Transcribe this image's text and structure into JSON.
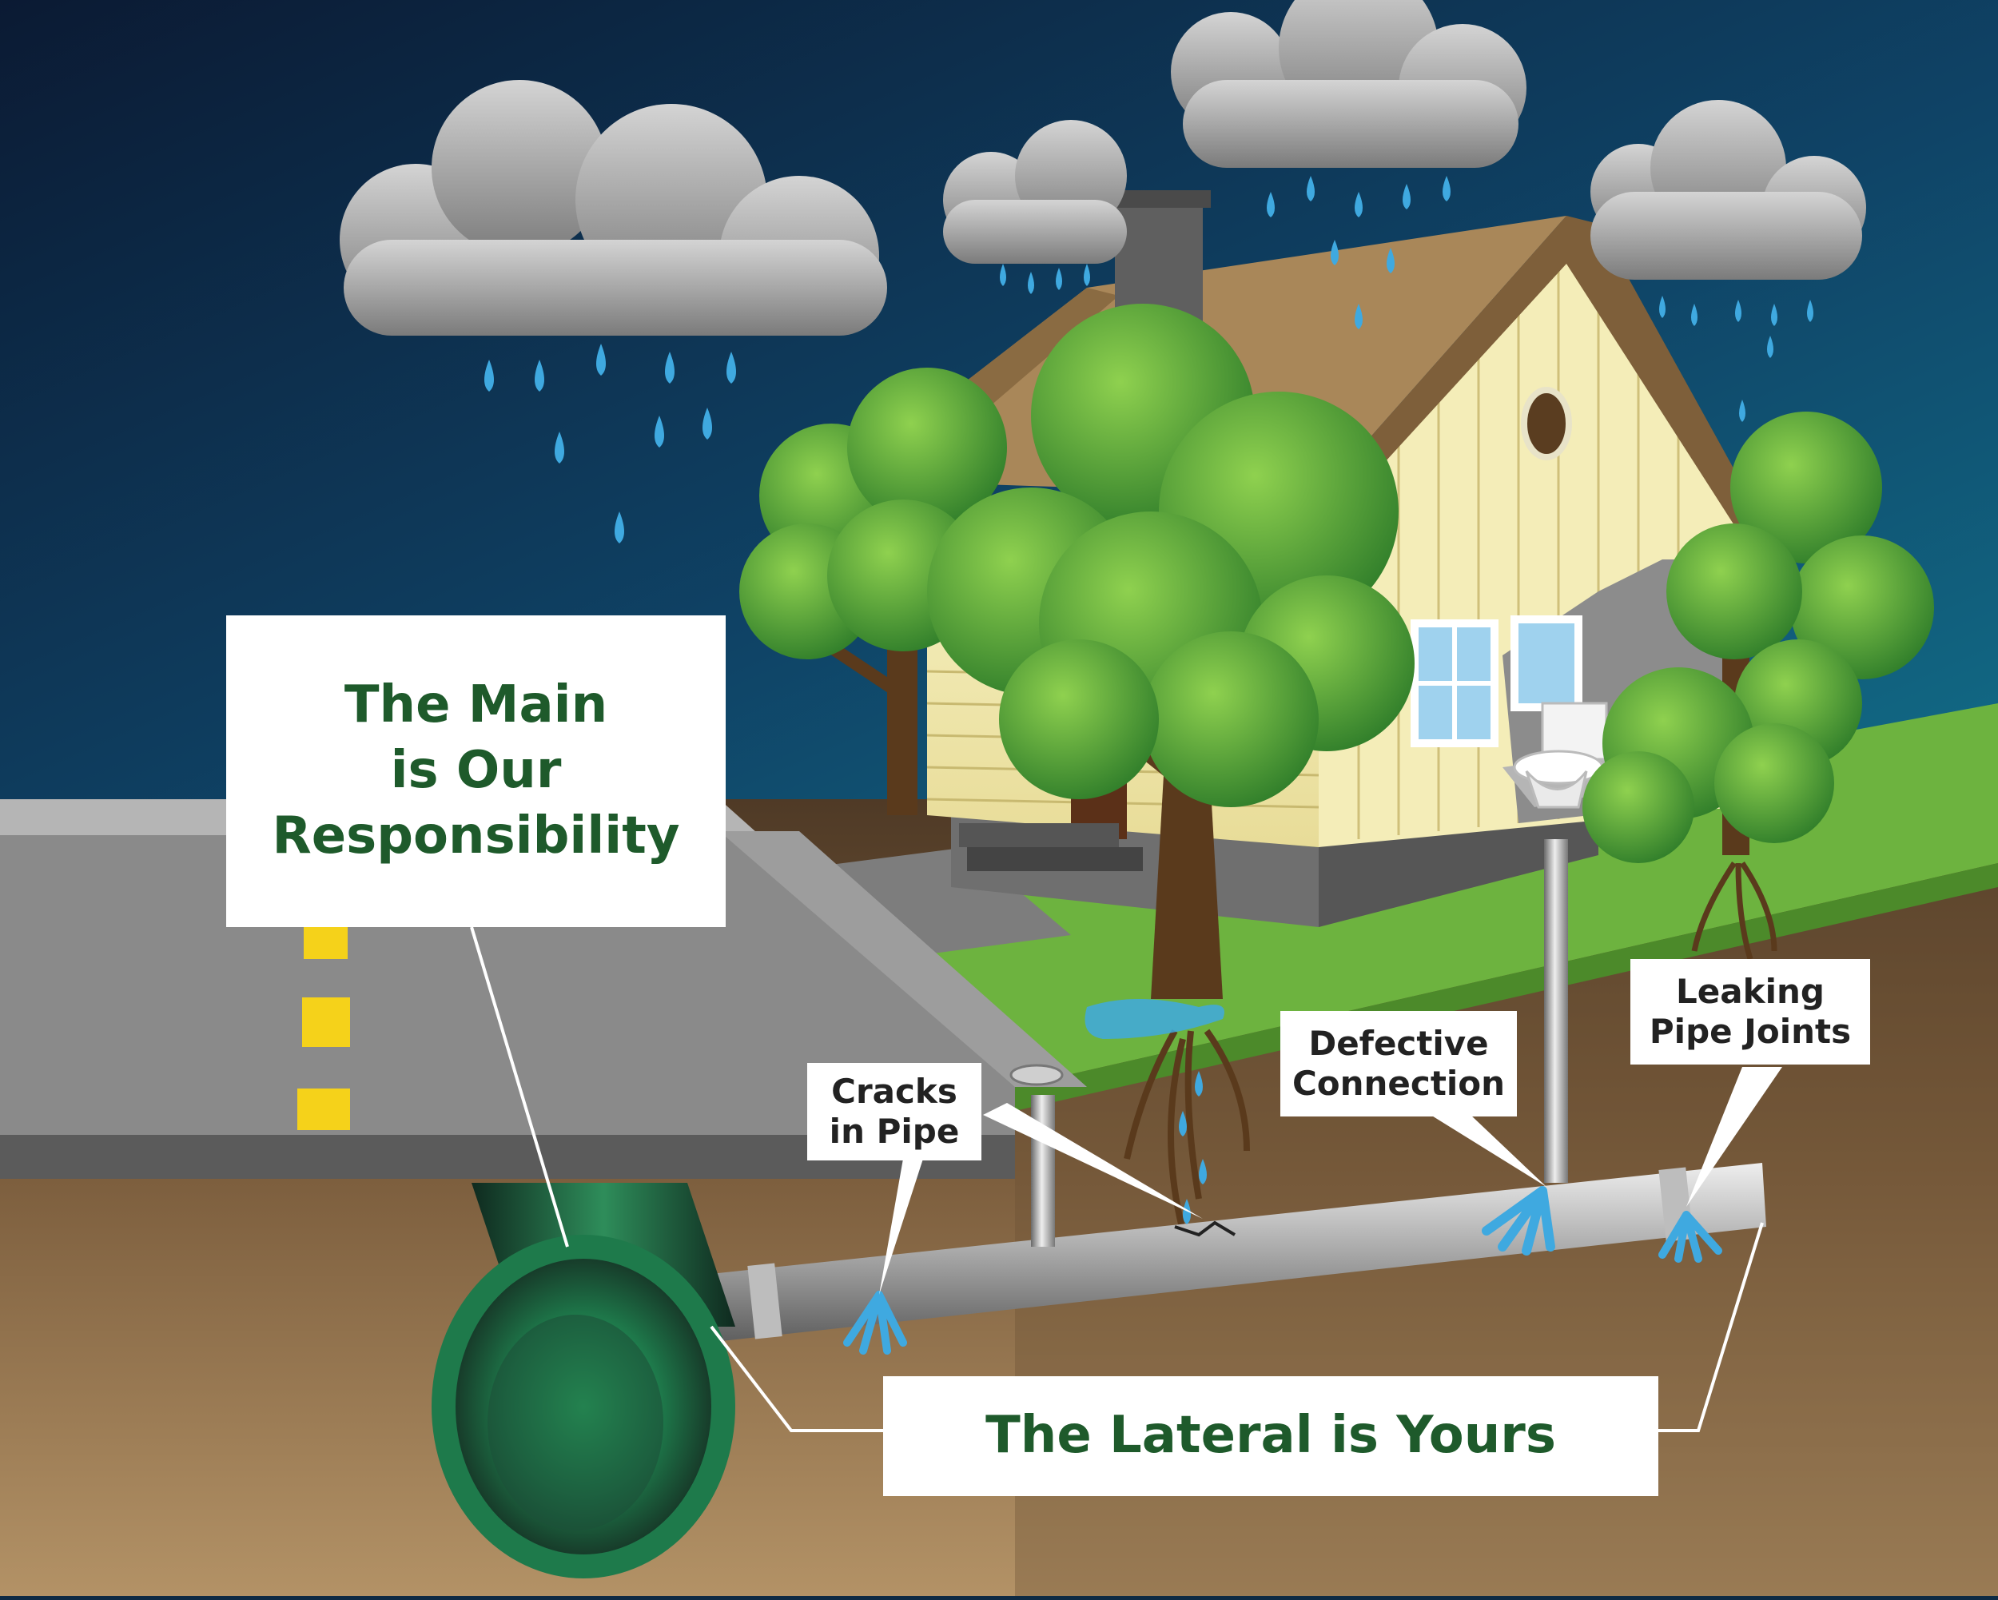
{
  "labels": {
    "main": [
      "The Main",
      "is Our",
      "Responsibility"
    ],
    "lateral": "The Lateral is Yours",
    "cracks": [
      "Cracks",
      "in Pipe"
    ],
    "defective": [
      "Defective",
      "Connection"
    ],
    "leaking": [
      "Leaking",
      "Pipe Joints"
    ]
  },
  "colors": {
    "label_green": "#1e5a2b",
    "sky_dark": "#0d2440",
    "sky_light": "#11627e",
    "grass": "#6db33f",
    "soil_top": "#5c4630",
    "soil_bottom": "#b08d62",
    "road": "#8c8c8c",
    "road_stripe": "#f5d21a",
    "water": "#3fa9e0"
  }
}
